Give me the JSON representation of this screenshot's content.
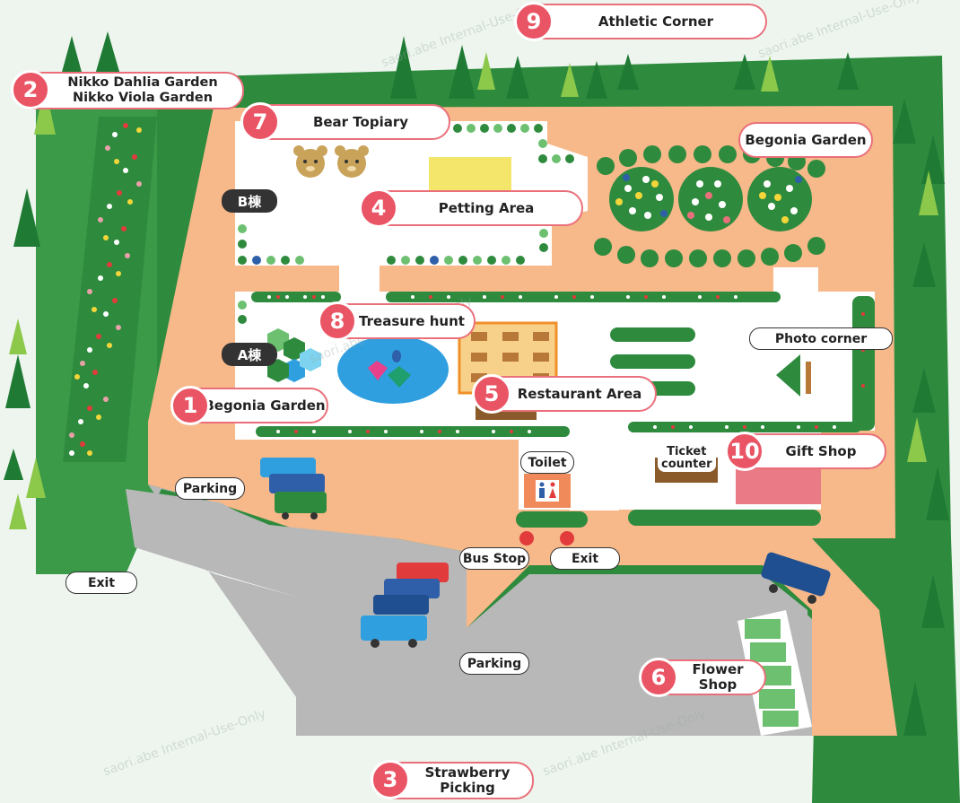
{
  "colors": {
    "forest": "#2e8b3e",
    "path": "#f7b88a",
    "plaza": "#ffffff",
    "parking": "#b5b5b5",
    "accent": "#ea5565",
    "pond": "#2f9fe0"
  },
  "callouts": [
    {
      "number": "1",
      "label": "Begonia Garden"
    },
    {
      "number": "2",
      "label_line1": "Nikko Dahlia Garden",
      "label_line2": "Nikko Viola Garden"
    },
    {
      "number": "3",
      "label_line1": "Strawberry",
      "label_line2": "Picking"
    },
    {
      "number": "4",
      "label": "Petting Area"
    },
    {
      "number": "5",
      "label": "Restaurant Area"
    },
    {
      "number": "6",
      "label": "Flower Shop"
    },
    {
      "number": "7",
      "label": "Bear Topiary"
    },
    {
      "number": "8",
      "label": "Treasure hunt"
    },
    {
      "number": "9",
      "label": "Athletic Corner"
    },
    {
      "number": "10",
      "label": "Gift Shop"
    }
  ],
  "tags": {
    "begonia_garden_top": "Begonia Garden",
    "photo_corner": "Photo corner",
    "parking_left": "Parking",
    "parking_bottom": "Parking",
    "exit_left": "Exit",
    "exit_center": "Exit",
    "bus_stop": "Bus Stop",
    "toilet": "Toilet",
    "ticket_line1": "Ticket",
    "ticket_line2": "counter"
  },
  "buildings": {
    "b_wing": "B棟",
    "a_wing": "A棟"
  },
  "icons": [
    "bear-topiary-icon",
    "restroom-icon",
    "car-icon",
    "bus-stop-sign-icon",
    "tree-icon",
    "gem-icon"
  ],
  "watermark": "saori.abe Internal-Use-Only"
}
